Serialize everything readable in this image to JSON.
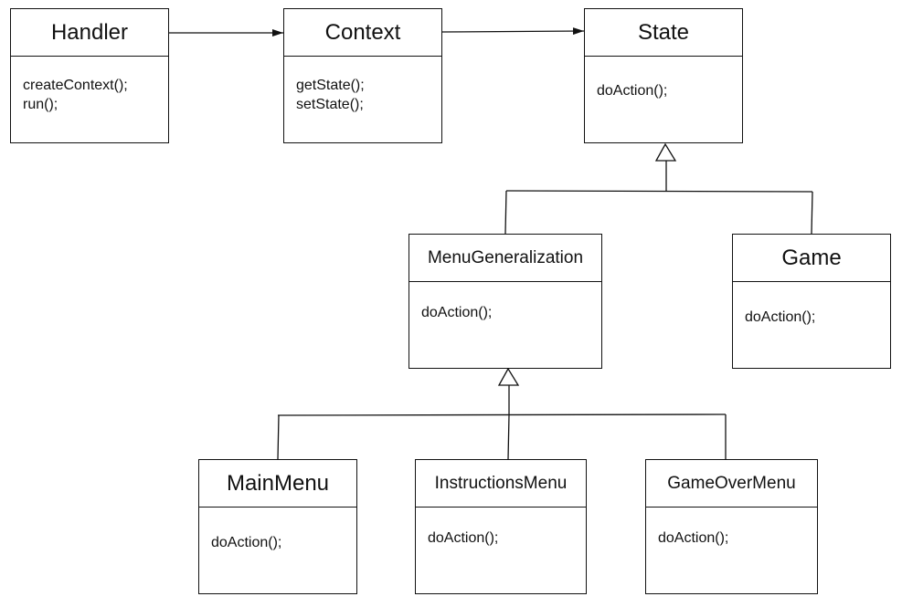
{
  "colors": {
    "background": "#ffffff",
    "stroke": "#111111",
    "text": "#111111"
  },
  "classes": {
    "handler": {
      "name": "Handler",
      "methods": [
        "createContext();",
        "run();"
      ]
    },
    "context": {
      "name": "Context",
      "methods": [
        "getState();",
        "setState();"
      ]
    },
    "state": {
      "name": "State",
      "methods": [
        "doAction();"
      ]
    },
    "menu_generalization": {
      "name": "MenuGeneralization",
      "methods": [
        "doAction();"
      ]
    },
    "game": {
      "name": "Game",
      "methods": [
        "doAction();"
      ]
    },
    "main_menu": {
      "name": "MainMenu",
      "methods": [
        "doAction();"
      ]
    },
    "instructions_menu": {
      "name": "InstructionsMenu",
      "methods": [
        "doAction();"
      ]
    },
    "game_over_menu": {
      "name": "GameOverMenu",
      "methods": [
        "doAction();"
      ]
    }
  },
  "relations": [
    {
      "type": "association",
      "from": "handler",
      "to": "context"
    },
    {
      "type": "association",
      "from": "context",
      "to": "state"
    },
    {
      "type": "generalization",
      "parent": "state",
      "children": [
        "menu_generalization",
        "game"
      ]
    },
    {
      "type": "generalization",
      "parent": "menu_generalization",
      "children": [
        "main_menu",
        "instructions_menu",
        "game_over_menu"
      ]
    }
  ]
}
